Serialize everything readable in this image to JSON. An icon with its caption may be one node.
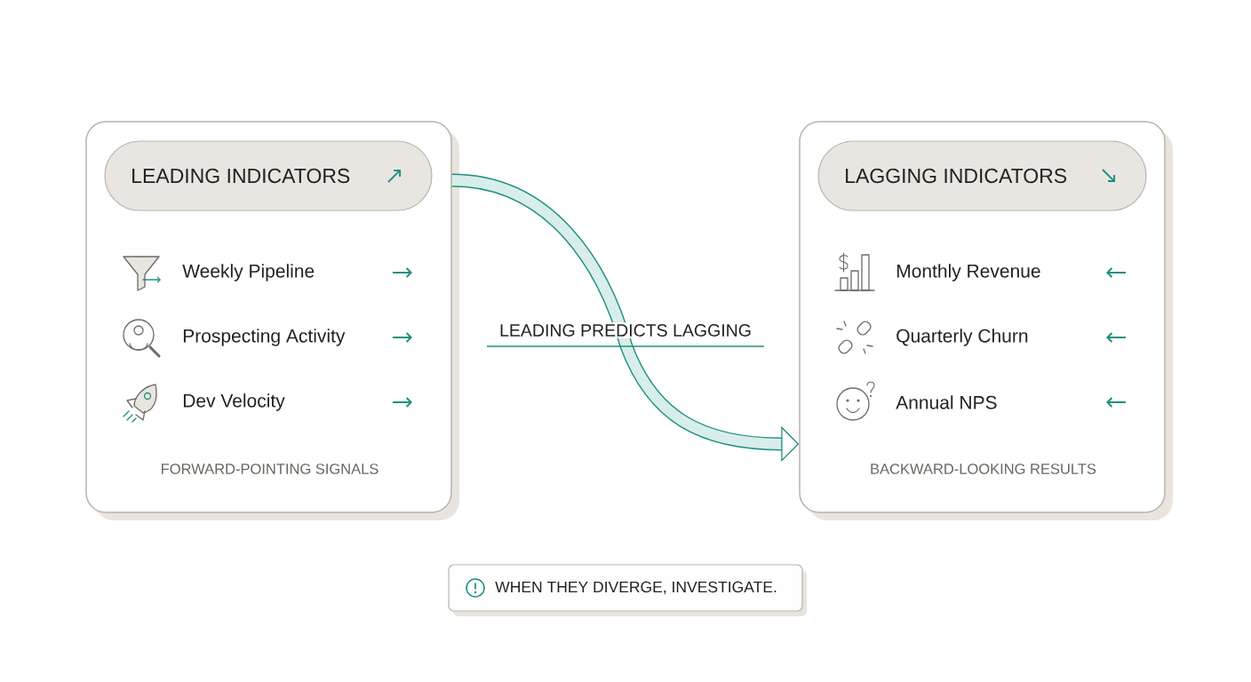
{
  "diagram": {
    "nodes": [
      {
        "text": [
          "Weekly Pipeline",
          "Prospecting Activity",
          "Dev Velocity",
          "FORWARD-POINTING SIGNALS"
        ]
      },
      {
        "text": [
          "LEADING INDICATORS"
        ],
        "in": 0
      },
      {
        "text": [
          "Monthly Revenue",
          "Quarterly Churn",
          "Annual NPS",
          "BACKWARD-LOOKING RESULTS"
        ]
      },
      {
        "text": [
          "LAGGING INDICATORS"
        ],
        "in": 2
      },
      {
        "text": [
          "WHEN THEY DIVERGE, INVESTIGATE."
        ]
      }
    ],
    "edges": [
      {
        "from": 0,
        "to": 2,
        "arrow": "to",
        "label": "LEADING PREDICTS LAGGING"
      }
    ]
  }
}
